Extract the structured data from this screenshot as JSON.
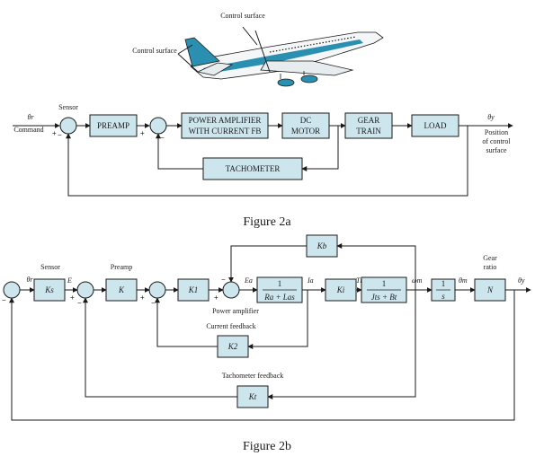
{
  "figure_a": {
    "caption": "Figure 2a",
    "airplane": {
      "control_surface_top": "Control surface",
      "control_surface_left": "Control surface"
    },
    "command_symbol": "θr",
    "command_label": "Command",
    "sensor_label": "Sensor",
    "blocks": {
      "preamp": "PREAMP",
      "power_amp_line1": "POWER AMPLIFIER",
      "power_amp_line2": "WITH CURRENT FB",
      "dc_motor_line1": "DC",
      "dc_motor_line2": "MOTOR",
      "gear_train_line1": "GEAR",
      "gear_train_line2": "TRAIN",
      "load": "LOAD",
      "tachometer": "TACHOMETER"
    },
    "output_symbol": "θy",
    "output_label_line1": "Position",
    "output_label_line2": "of control",
    "output_label_line3": "surface",
    "signs": {
      "plus": "+",
      "minus": "−"
    }
  },
  "figure_b": {
    "caption": "Figure 2b",
    "theta_r": "θr",
    "sensor_label": "Sensor",
    "ks": "Ks",
    "e_label": "E",
    "preamp_label": "Preamp",
    "k": "K",
    "k1": "K1",
    "ea": "Ea",
    "ra_la_num": "1",
    "ra_la_den": "Ra + Las",
    "power_amp_label": "Power amplifier",
    "ia": "Ia",
    "ki": "Ki",
    "tm": "Tm",
    "jb_num": "1",
    "jb_den": "Jts + Bt",
    "omega_m": "ωm",
    "int_num": "1",
    "int_den": "s",
    "theta_m": "θm",
    "gear_ratio_line1": "Gear",
    "gear_ratio_line2": "ratio",
    "n": "N",
    "theta_y": "θy",
    "kb": "Kb",
    "current_fb_label": "Current feedback",
    "k2": "K2",
    "tach_fb_label": "Tachometer feedback",
    "kt": "Kt",
    "signs": {
      "plus": "+",
      "minus": "−"
    }
  }
}
